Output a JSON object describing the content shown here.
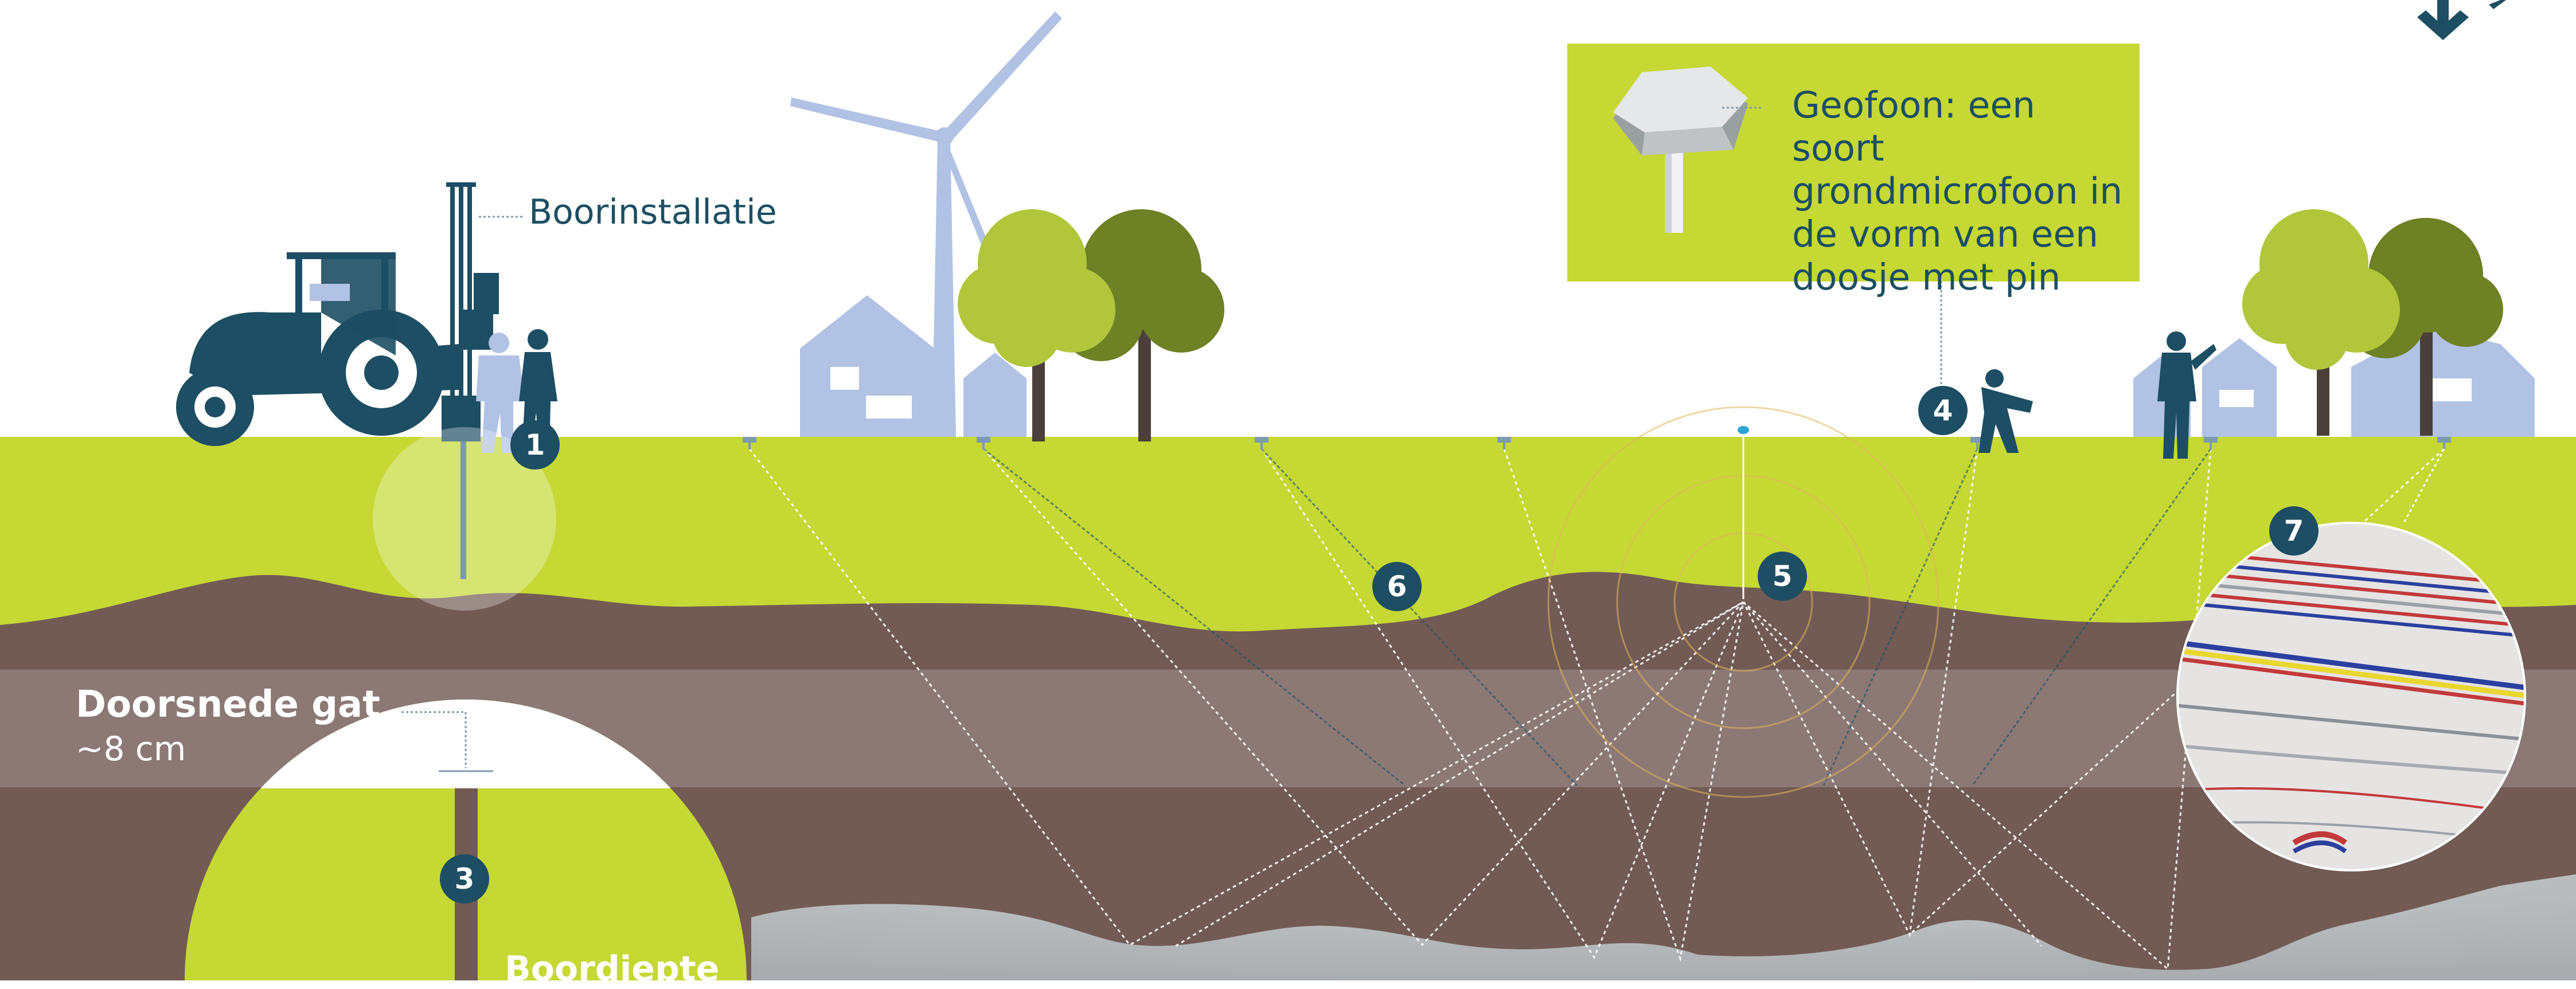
{
  "colors": {
    "grass": "#c5d834",
    "soil_dark": "#725b55",
    "soil_band": "#8c7975",
    "rock": "#b2b6b8",
    "navy": "#1d4e63",
    "light_blue": "#b1c2e4",
    "tree_light": "#b1c63b",
    "tree_dark": "#6e8124",
    "white": "#ffffff"
  },
  "labels": {
    "drill_rig": "Boorinstallatie",
    "geophone": "Geofoon: een soort grondmicrofoon in de vorm van een doosje met pin",
    "hole_section": "Doorsnede gat",
    "hole_size": "~8 cm",
    "drill_depth": "Boordiepte"
  },
  "markers": [
    "1",
    "3",
    "4",
    "5",
    "6",
    "7"
  ],
  "icons": [
    "arrow-down-icon",
    "tractor-icon",
    "wind-turbine-icon",
    "house-icon",
    "tree-icon",
    "person-icon",
    "geophone-icon",
    "seismic-image-icon"
  ]
}
